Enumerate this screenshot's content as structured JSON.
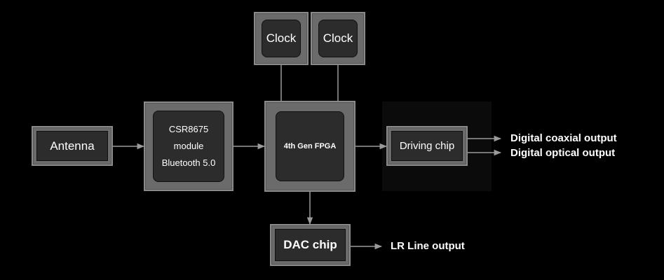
{
  "blocks": {
    "antenna": "Antenna",
    "bluetooth": [
      "CSR8675",
      "module",
      "Bluetooth 5.0"
    ],
    "clock1": "Clock",
    "clock2": "Clock",
    "fpga": "4th Gen FPGA",
    "driving": "Driving chip",
    "dac": "DAC chip"
  },
  "outputs": {
    "coaxial": "Digital coaxial output",
    "optical": "Digital optical output",
    "line": "LR Line output"
  }
}
